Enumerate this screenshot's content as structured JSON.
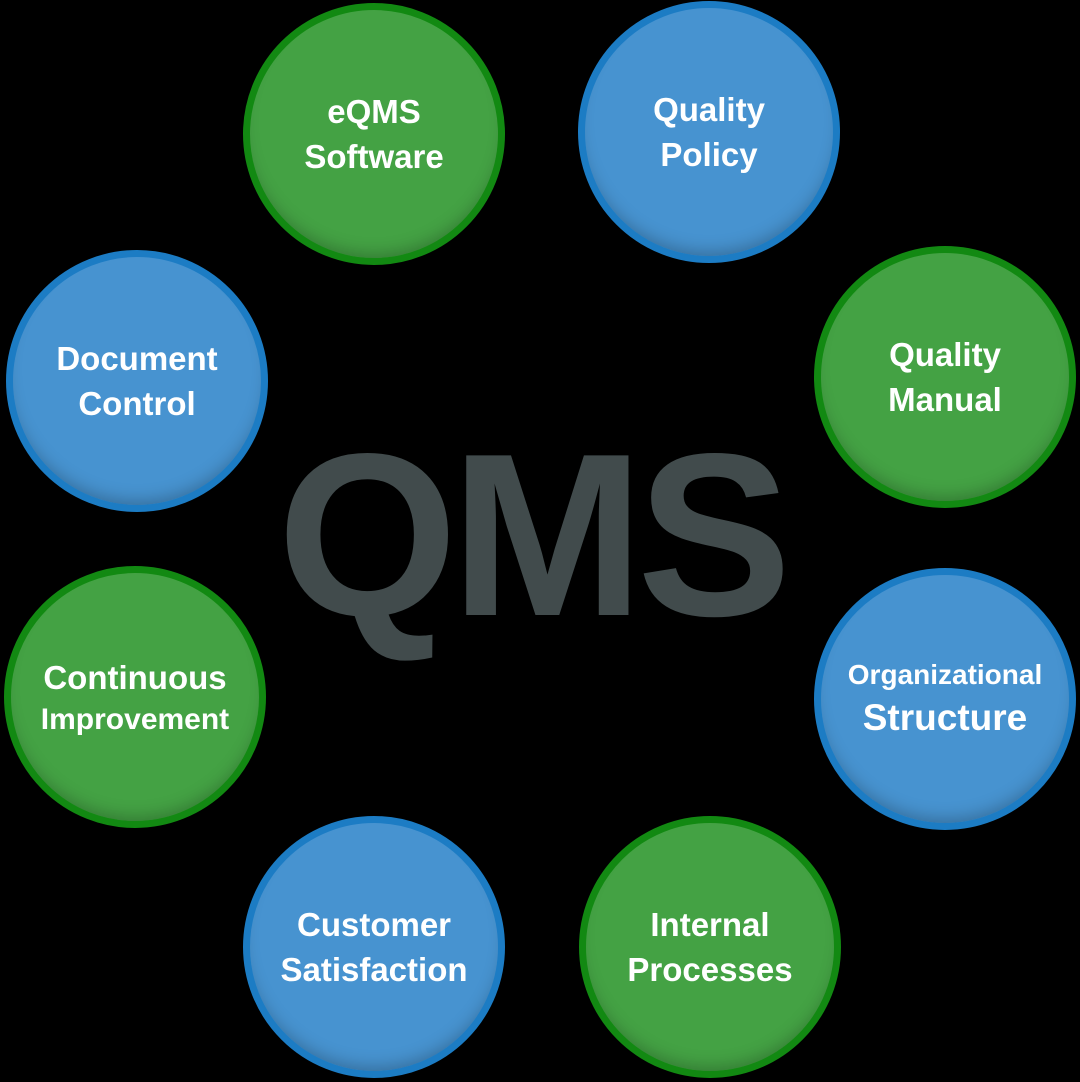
{
  "background": "#000000",
  "center": {
    "title": "QMS",
    "color": "#414b4c"
  },
  "colors": {
    "green_fill": "#44a244",
    "green_border": "#128912",
    "blue_fill": "#4793d0",
    "blue_border": "#1c7cc4",
    "text": "#ffffff"
  },
  "circles": [
    {
      "id": "eqms-software",
      "color": "green",
      "line1": "eQMS",
      "line2": "Software"
    },
    {
      "id": "quality-policy",
      "color": "blue",
      "line1": "Quality",
      "line2": "Policy"
    },
    {
      "id": "quality-manual",
      "color": "green",
      "line1": "Quality",
      "line2": "Manual"
    },
    {
      "id": "organizational-structure",
      "color": "blue",
      "line1": "Organizational",
      "line2": "Structure"
    },
    {
      "id": "internal-processes",
      "color": "green",
      "line1": "Internal",
      "line2": "Processes"
    },
    {
      "id": "customer-satisfaction",
      "color": "blue",
      "line1": "Customer",
      "line2": "Satisfaction"
    },
    {
      "id": "continuous-improvement",
      "color": "green",
      "line1": "Continuous",
      "line2": "Improvement"
    },
    {
      "id": "document-control",
      "color": "blue",
      "line1": "Document",
      "line2": "Control"
    }
  ]
}
